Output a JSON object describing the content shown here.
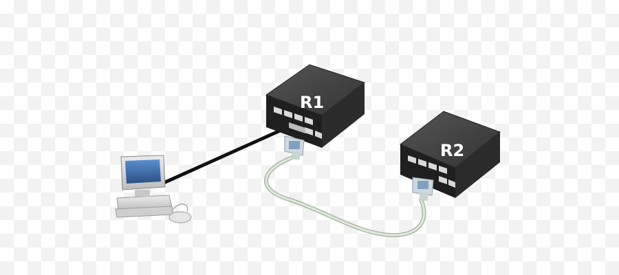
{
  "routers": [
    {
      "id": "r1",
      "label": "R1"
    },
    {
      "id": "r2",
      "label": "R2"
    }
  ],
  "devices": {
    "workstation": {
      "icon": "computer-icon"
    },
    "mouse": {
      "icon": "mouse-icon"
    }
  },
  "links": [
    {
      "from": "workstation",
      "to": "R1",
      "type": "ethernet",
      "color": "#111111"
    },
    {
      "from": "R1",
      "to": "R2",
      "type": "serial",
      "color": "#cfdccc"
    }
  ],
  "colors": {
    "router_top": "#404040",
    "router_front": "#1f1f1f",
    "router_side": "#2b2b2b",
    "port": "#d9d9d9",
    "serial_connector": "#b8c8d4"
  }
}
